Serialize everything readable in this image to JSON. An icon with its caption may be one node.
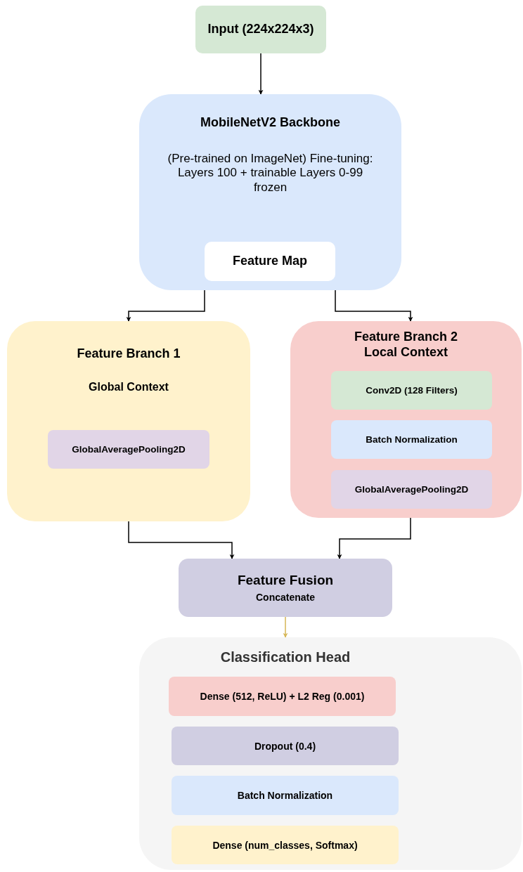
{
  "diagram": {
    "nodes": [
      {
        "text": [
          "Input (224x224x3)"
        ]
      },
      {
        "text": [
          "MobileNetV2 Backbone",
          "(Pre-trained on ImageNet) Fine-tuning: Layers 100 + trainable Layers 0-99 frozen"
        ]
      },
      {
        "text": [
          "Feature Map"
        ],
        "in": 1
      },
      {
        "text": [
          "Feature Branch 1",
          "Global Context"
        ]
      },
      {
        "text": [
          "GlobalAveragePooling2D"
        ],
        "in": 3
      },
      {
        "text": [
          "Feature Branch 2 Local Context"
        ]
      },
      {
        "text": [
          "Conv2D (128 Filters)"
        ],
        "in": 5
      },
      {
        "text": [
          "Batch Normalization"
        ],
        "in": 5
      },
      {
        "text": [
          "GlobalAveragePooling2D"
        ],
        "in": 5
      },
      {
        "text": [
          "Feature Fusion",
          "Concatenate"
        ]
      },
      {
        "text": [
          "Classification Head"
        ]
      },
      {
        "text": [
          "Dense (512, ReLU) + L2 Reg (0.001)"
        ],
        "in": 10
      },
      {
        "text": [
          "Dropout (0.4)"
        ],
        "in": 10
      },
      {
        "text": [
          "Batch Normalization"
        ],
        "in": 10
      },
      {
        "text": [
          "Dense (num_classes, Softmax)"
        ],
        "in": 10
      }
    ],
    "edges": [
      {
        "from": 0,
        "to": 1,
        "arrow": "to"
      },
      {
        "from": 1,
        "to": 3,
        "arrow": "to"
      },
      {
        "from": 1,
        "to": 5,
        "arrow": "to"
      },
      {
        "from": 3,
        "to": 9,
        "arrow": "to"
      },
      {
        "from": 5,
        "to": 9,
        "arrow": "to"
      },
      {
        "from": 9,
        "to": 10,
        "arrow": "to",
        "color": "#d6b656"
      }
    ]
  }
}
